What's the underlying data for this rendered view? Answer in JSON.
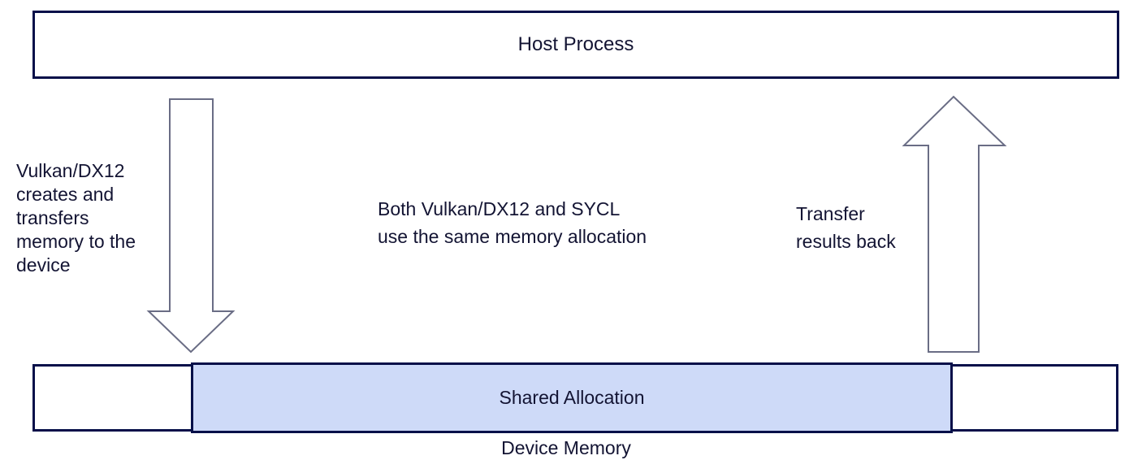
{
  "host_box": {
    "label": "Host Process"
  },
  "annotations": {
    "left": {
      "lines": [
        "Vulkan/DX12",
        "creates and",
        "transfers",
        "memory to the",
        "device"
      ]
    },
    "center": {
      "lines": [
        "Both Vulkan/DX12 and SYCL",
        "use the same memory allocation"
      ]
    },
    "right": {
      "lines": [
        "Transfer",
        "results back"
      ]
    }
  },
  "device_memory": {
    "label": "Device Memory",
    "shared_allocation_label": "Shared Allocation"
  },
  "icons": {
    "down_arrow": "down-block-arrow",
    "up_arrow": "up-block-arrow"
  },
  "colors": {
    "background": "#ffffff",
    "box_border": "#061049",
    "shared_allocation_fill": "#cedaf8",
    "arrow_outline": "#6a6d85",
    "text": "#131433"
  }
}
